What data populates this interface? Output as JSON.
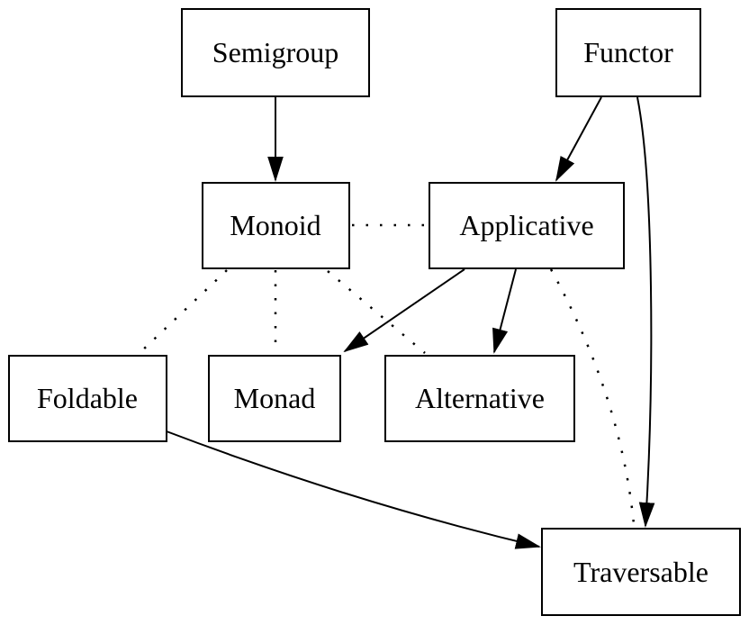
{
  "diagram": {
    "type": "graph",
    "background": "#ffffff",
    "stroke_color": "#000000",
    "nodes": [
      {
        "id": "semigroup",
        "label": "Semigroup"
      },
      {
        "id": "functor",
        "label": "Functor"
      },
      {
        "id": "monoid",
        "label": "Monoid"
      },
      {
        "id": "applicative",
        "label": "Applicative"
      },
      {
        "id": "foldable",
        "label": "Foldable"
      },
      {
        "id": "monad",
        "label": "Monad"
      },
      {
        "id": "alternative",
        "label": "Alternative"
      },
      {
        "id": "traversable",
        "label": "Traversable"
      }
    ],
    "edges": [
      {
        "from": "Semigroup",
        "to": "Monoid",
        "style": "solid",
        "arrow": true
      },
      {
        "from": "Functor",
        "to": "Applicative",
        "style": "solid",
        "arrow": true
      },
      {
        "from": "Functor",
        "to": "Traversable",
        "style": "solid",
        "arrow": true
      },
      {
        "from": "Applicative",
        "to": "Monad",
        "style": "solid",
        "arrow": true
      },
      {
        "from": "Applicative",
        "to": "Alternative",
        "style": "solid",
        "arrow": true
      },
      {
        "from": "Foldable",
        "to": "Traversable",
        "style": "solid",
        "arrow": true
      },
      {
        "from": "Monoid",
        "to": "Applicative",
        "style": "dotted",
        "arrow": false
      },
      {
        "from": "Monoid",
        "to": "Foldable",
        "style": "dotted",
        "arrow": false
      },
      {
        "from": "Monoid",
        "to": "Monad",
        "style": "dotted",
        "arrow": false
      },
      {
        "from": "Monoid",
        "to": "Alternative",
        "style": "dotted",
        "arrow": false
      },
      {
        "from": "Applicative",
        "to": "Traversable",
        "style": "dotted",
        "arrow": false
      }
    ]
  }
}
